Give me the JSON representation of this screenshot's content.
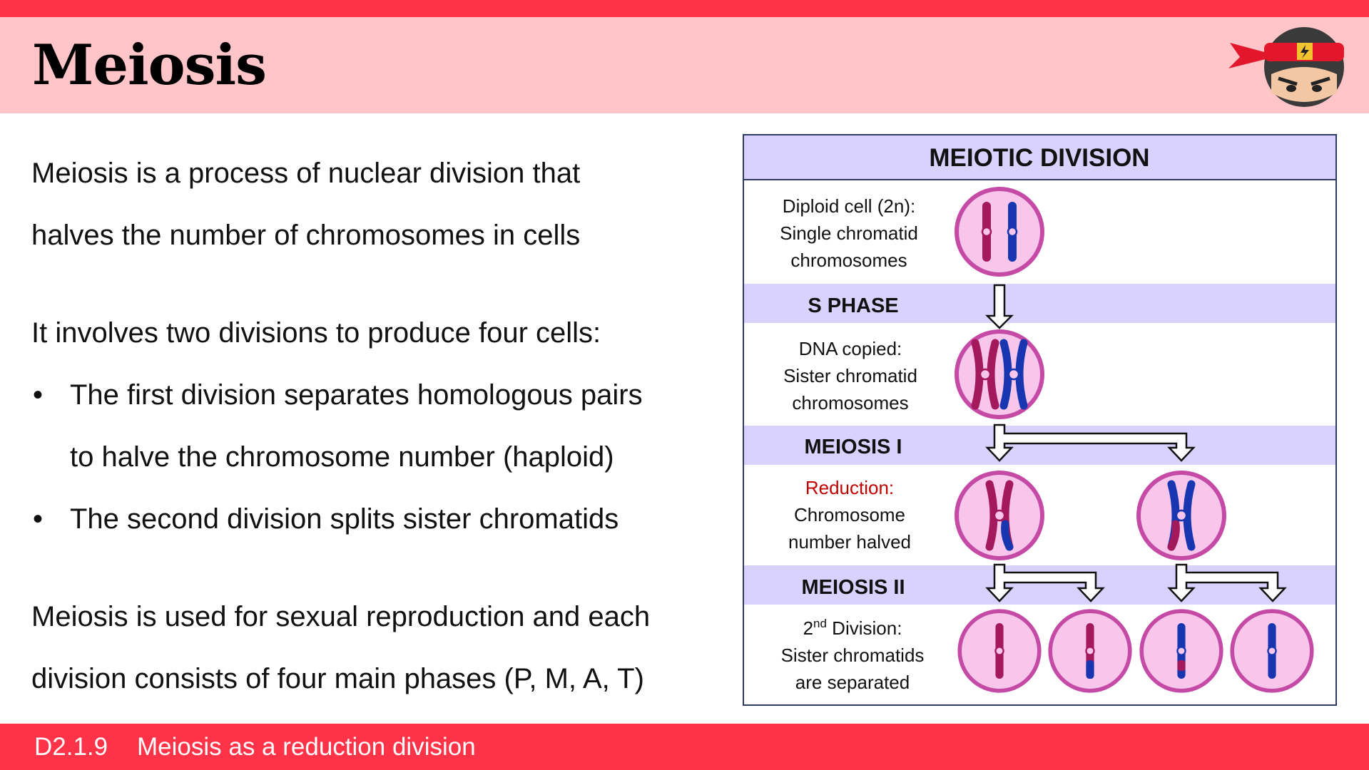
{
  "slide": {
    "title": "Meiosis",
    "paragraph1": [
      "Meiosis is a process of nuclear division that",
      "halves the number of chromosomes in cells"
    ],
    "paragraph2": "It involves two divisions to produce four cells:",
    "bullets": [
      [
        "The first division separates homologous pairs",
        "to halve the chromosome number (haploid)"
      ],
      [
        "The second division splits sister chromatids"
      ]
    ],
    "bullet_marker": "•",
    "paragraph3": [
      "Meiosis is used for sexual reproduction and each",
      "division consists of four main phases (P, M, A, T)"
    ]
  },
  "diagram": {
    "header": "MEIOTIC DIVISION",
    "bands": [
      "S PHASE",
      "MEIOSIS I",
      "MEIOSIS II"
    ],
    "rows": [
      {
        "lines": [
          "Diploid cell (2n):",
          "Single chromatid",
          "chromosomes"
        ]
      },
      {
        "lines": [
          "DNA copied:",
          "Sister chromatid",
          "chromosomes"
        ]
      },
      {
        "lines_highlight": "Reduction:",
        "lines": [
          "Chromosome",
          "number halved"
        ]
      },
      {
        "line1_main": "2",
        "line1_sup": "nd",
        "line1_rest": " Division:",
        "lines": [
          "Sister chromatids",
          "are separated"
        ]
      }
    ]
  },
  "footer": {
    "code": "D2.1.9",
    "title": "Meiosis as a reduction division"
  },
  "colors": {
    "accent_red": "#ff3347",
    "title_band": "#ffc5c8",
    "diagram_band": "#d9d2ff",
    "cell_fill": "#f7c6ea",
    "cell_stroke": "#c54aa6",
    "chromosome_maroon": "#a3195b",
    "chromosome_blue": "#1736b0",
    "highlight_red": "#c00000"
  },
  "icons": [
    "ninja-logo-icon",
    "down-arrow-icon",
    "branch-arrow-icon",
    "cell-icon",
    "chromosome-icon"
  ]
}
